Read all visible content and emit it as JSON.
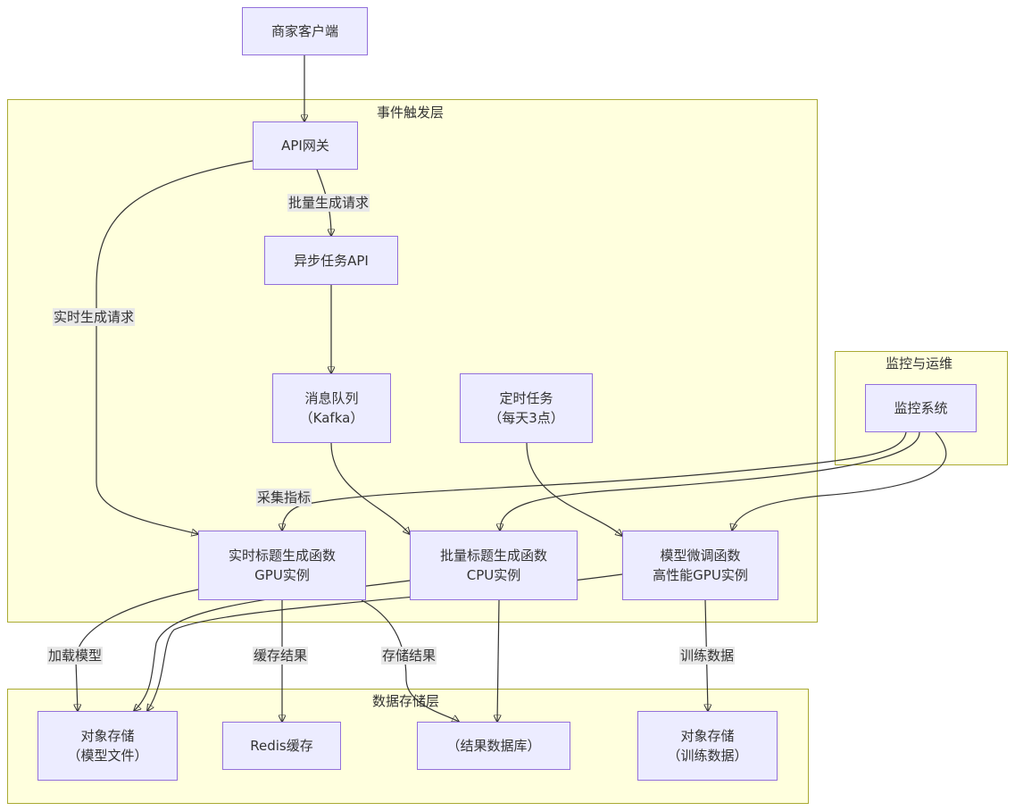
{
  "clusters": {
    "trigger": "事件触发层",
    "monitor": "监控与运维",
    "storage": "数据存储层"
  },
  "nodes": {
    "merchant": [
      "商家客户端"
    ],
    "api_gateway": [
      "API网关"
    ],
    "async_api": [
      "异步任务API"
    ],
    "mq": [
      "消息队列",
      "（Kafka）"
    ],
    "cron": [
      "定时任务",
      "（每天3点）"
    ],
    "monitor": [
      "监控系统"
    ],
    "rt_func": [
      "实时标题生成函数",
      "GPU实例"
    ],
    "batch_func": [
      "批量标题生成函数",
      "CPU实例"
    ],
    "tune_func": [
      "模型微调函数",
      "高性能GPU实例"
    ],
    "obj_model": [
      "对象存储",
      "（模型文件）"
    ],
    "redis": [
      "Redis缓存"
    ],
    "result_db": [
      "（结果数据库）"
    ],
    "obj_train": [
      "对象存储",
      "（训练数据）"
    ]
  },
  "edge_labels": {
    "batch_request": "批量生成请求",
    "realtime_request": "实时生成请求",
    "collect_metrics": "采集指标",
    "load_model": "加载模型",
    "cache_result": "缓存结果",
    "store_result": "存储结果",
    "training_data": "训练数据"
  },
  "colors": {
    "node_fill": "#ececff",
    "node_border": "#9370db",
    "cluster_fill": "#ffffde",
    "cluster_border": "#aaaa33",
    "edge": "#333333",
    "label_bg": "#e8e8e8"
  }
}
